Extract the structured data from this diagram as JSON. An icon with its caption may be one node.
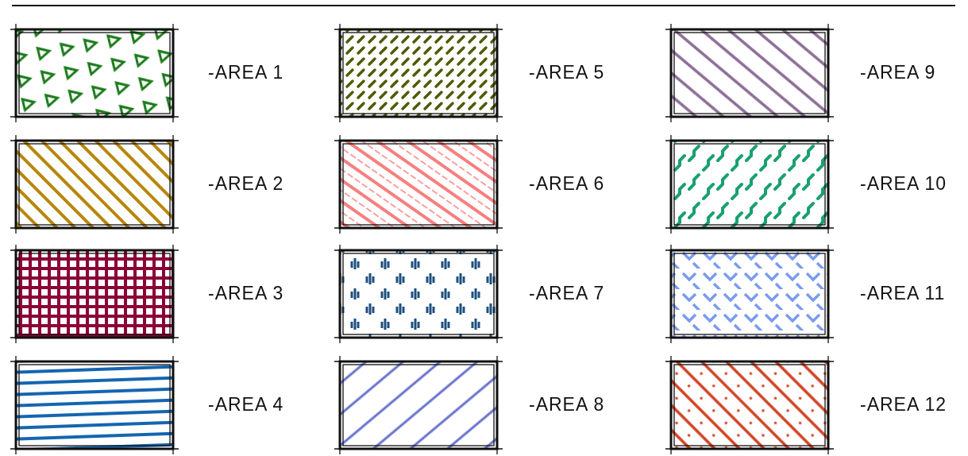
{
  "diagram": {
    "legend": [
      {
        "text": "-AREA 1"
      },
      {
        "text": "-AREA 2"
      },
      {
        "text": "-AREA 3"
      },
      {
        "text": "-AREA 4"
      },
      {
        "text": "-AREA 5"
      },
      {
        "text": "-AREA 6"
      },
      {
        "text": "-AREA 7"
      },
      {
        "text": "-AREA 8"
      },
      {
        "text": "-AREA 9"
      },
      {
        "text": "-AREA 10"
      },
      {
        "text": "-AREA 11"
      },
      {
        "text": "-AREA 12"
      }
    ]
  }
}
